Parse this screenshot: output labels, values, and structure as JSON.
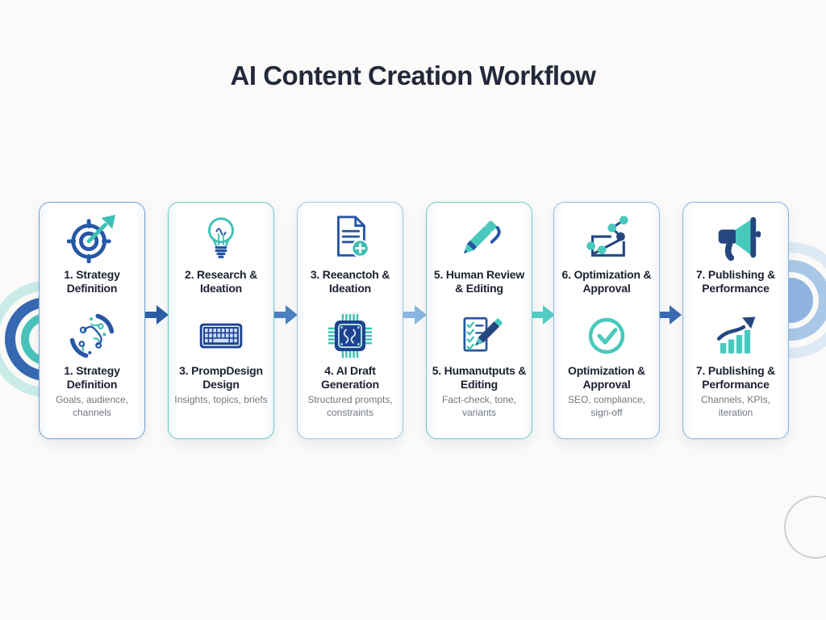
{
  "title": "AI Content Creation Workflow",
  "colors": {
    "navy": "#24477F",
    "blue": "#2757A4",
    "teal": "#49C9BE",
    "title_text": "#23293A",
    "card_text": "#1B2130",
    "subtitle_text": "#6F7780",
    "background": "#FBFAF8"
  },
  "cards": [
    {
      "top_icon": "target-arrow-icon",
      "top_title": "1. Strategy Definition",
      "bottom_icon": "ai-network-icon",
      "bottom_title": "1. Strategy Definition",
      "subtitle": "Goals, audience, channels",
      "border_color": "#6D9FD4"
    },
    {
      "top_icon": "lightbulb-icon",
      "top_title": "2. Research & Ideation",
      "bottom_icon": "keyboard-icon",
      "bottom_title": "3. PrompDesign Design",
      "subtitle": "Insights, topics, briefs",
      "border_color": "#63CBC4"
    },
    {
      "top_icon": "document-add-icon",
      "top_title": "3. Reeanctoh & Ideation",
      "bottom_icon": "ai-chip-icon",
      "bottom_title": "4. AI Draft Generation",
      "subtitle": "Structured prompts, constraints",
      "border_color": "#9FC6E6"
    },
    {
      "top_icon": "pen-icon",
      "top_title": "5. Human Review & Editing",
      "bottom_icon": "checklist-pencil-icon",
      "bottom_title": "5. Humanutputs & Editing",
      "subtitle": "Fact-check, tone, variants",
      "border_color": "#66CCC5"
    },
    {
      "top_icon": "line-chart-icon",
      "top_title": "6. Optimization & Approval",
      "bottom_icon": "check-circle-icon",
      "bottom_title": "Optimization & Approval",
      "subtitle": "SEO, compliance, sign-off",
      "border_color": "#8FB9E0"
    },
    {
      "top_icon": "megaphone-icon",
      "top_title": "7. Publishing & Performance",
      "bottom_icon": "bar-growth-icon",
      "bottom_title": "7. Publishing & Performance",
      "subtitle": "Channels, KPIs, iteration",
      "border_color": "#86B2DD"
    }
  ],
  "arrows": [
    {
      "color": "#2B5CA4"
    },
    {
      "color": "#4C80C0"
    },
    {
      "color": "#8BB6E0"
    },
    {
      "color": "#52CDC4"
    },
    {
      "color": "#3A6AB1"
    }
  ]
}
